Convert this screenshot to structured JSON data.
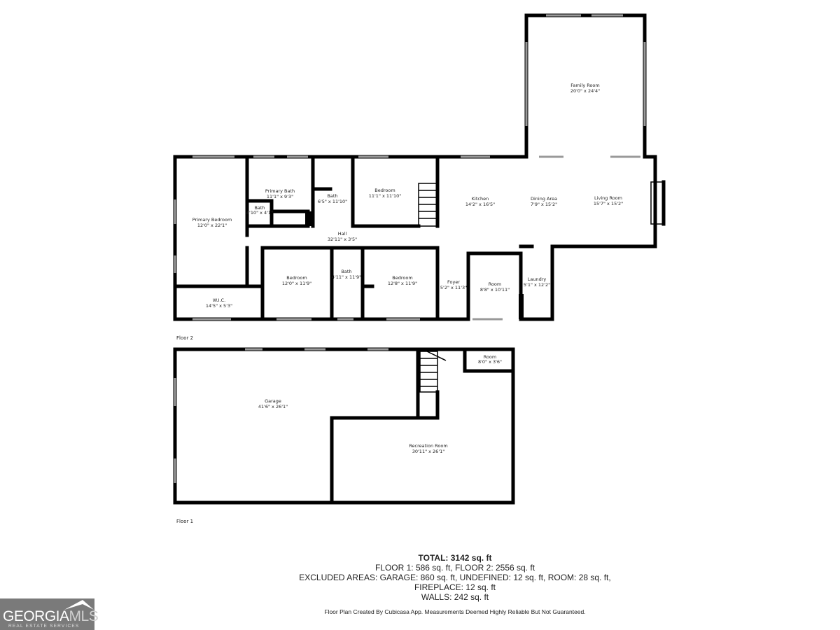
{
  "floor2": {
    "label": "Floor 2",
    "rooms": [
      {
        "name": "Family Room",
        "dims": "20'0\" x 24'4\""
      },
      {
        "name": "Primary Bath",
        "dims": "11'1\" x 9'3\""
      },
      {
        "name": "Bath",
        "dims": "6'5\" x 11'10\""
      },
      {
        "name": "Bedroom",
        "dims": "11'1\" x 11'10\""
      },
      {
        "name": "Kitchen",
        "dims": "14'2\" x 16'5\""
      },
      {
        "name": "Dining Area",
        "dims": "7'9\" x 15'2\""
      },
      {
        "name": "Living Room",
        "dims": "15'7\" x 15'2\""
      },
      {
        "name": "Bath",
        "dims": "4'10\" x 4'1\""
      },
      {
        "name": "Primary Bedroom",
        "dims": "12'0\" x 22'1\""
      },
      {
        "name": "Hall",
        "dims": "32'11\" x 3'5\""
      },
      {
        "name": "Bedroom",
        "dims": "12'0\" x 11'9\""
      },
      {
        "name": "Bath",
        "dims": "4'11\" x 11'9\""
      },
      {
        "name": "Bedroom",
        "dims": "12'8\" x 11'9\""
      },
      {
        "name": "Foyer",
        "dims": "5'2\" x 11'3\""
      },
      {
        "name": "Room",
        "dims": "8'8\" x 10'11\""
      },
      {
        "name": "Laundry",
        "dims": "5'1\" x 12'2\""
      },
      {
        "name": "W.I.C.",
        "dims": "14'5\" x 5'3\""
      }
    ]
  },
  "floor1": {
    "label": "Floor 1",
    "rooms": [
      {
        "name": "Room",
        "dims": "8'0\" x 3'6\""
      },
      {
        "name": "Garage",
        "dims": "41'6\" x 26'1\""
      },
      {
        "name": "Recreation Room",
        "dims": "30'11\" x 26'1\""
      }
    ]
  },
  "summary": {
    "total": "TOTAL: 3142 sq. ft",
    "floors": "FLOOR 1: 586 sq. ft, FLOOR 2: 2556 sq. ft",
    "excluded": "EXCLUDED AREAS: GARAGE: 860 sq. ft, UNDEFINED: 12 sq. ft, ROOM: 28 sq. ft,",
    "fireplace": "FIREPLACE: 12 sq. ft",
    "walls": "WALLS: 242 sq. ft"
  },
  "disclaimer": "Floor Plan Created By Cubicasa App. Measurements Deemed Highly Reliable But Not Guaranteed.",
  "logo": {
    "main": "GEORGIA",
    "accent": "MLS",
    "tagline": "REAL ESTATE SERVICES",
    "bg_color": "#7a7a7a"
  }
}
